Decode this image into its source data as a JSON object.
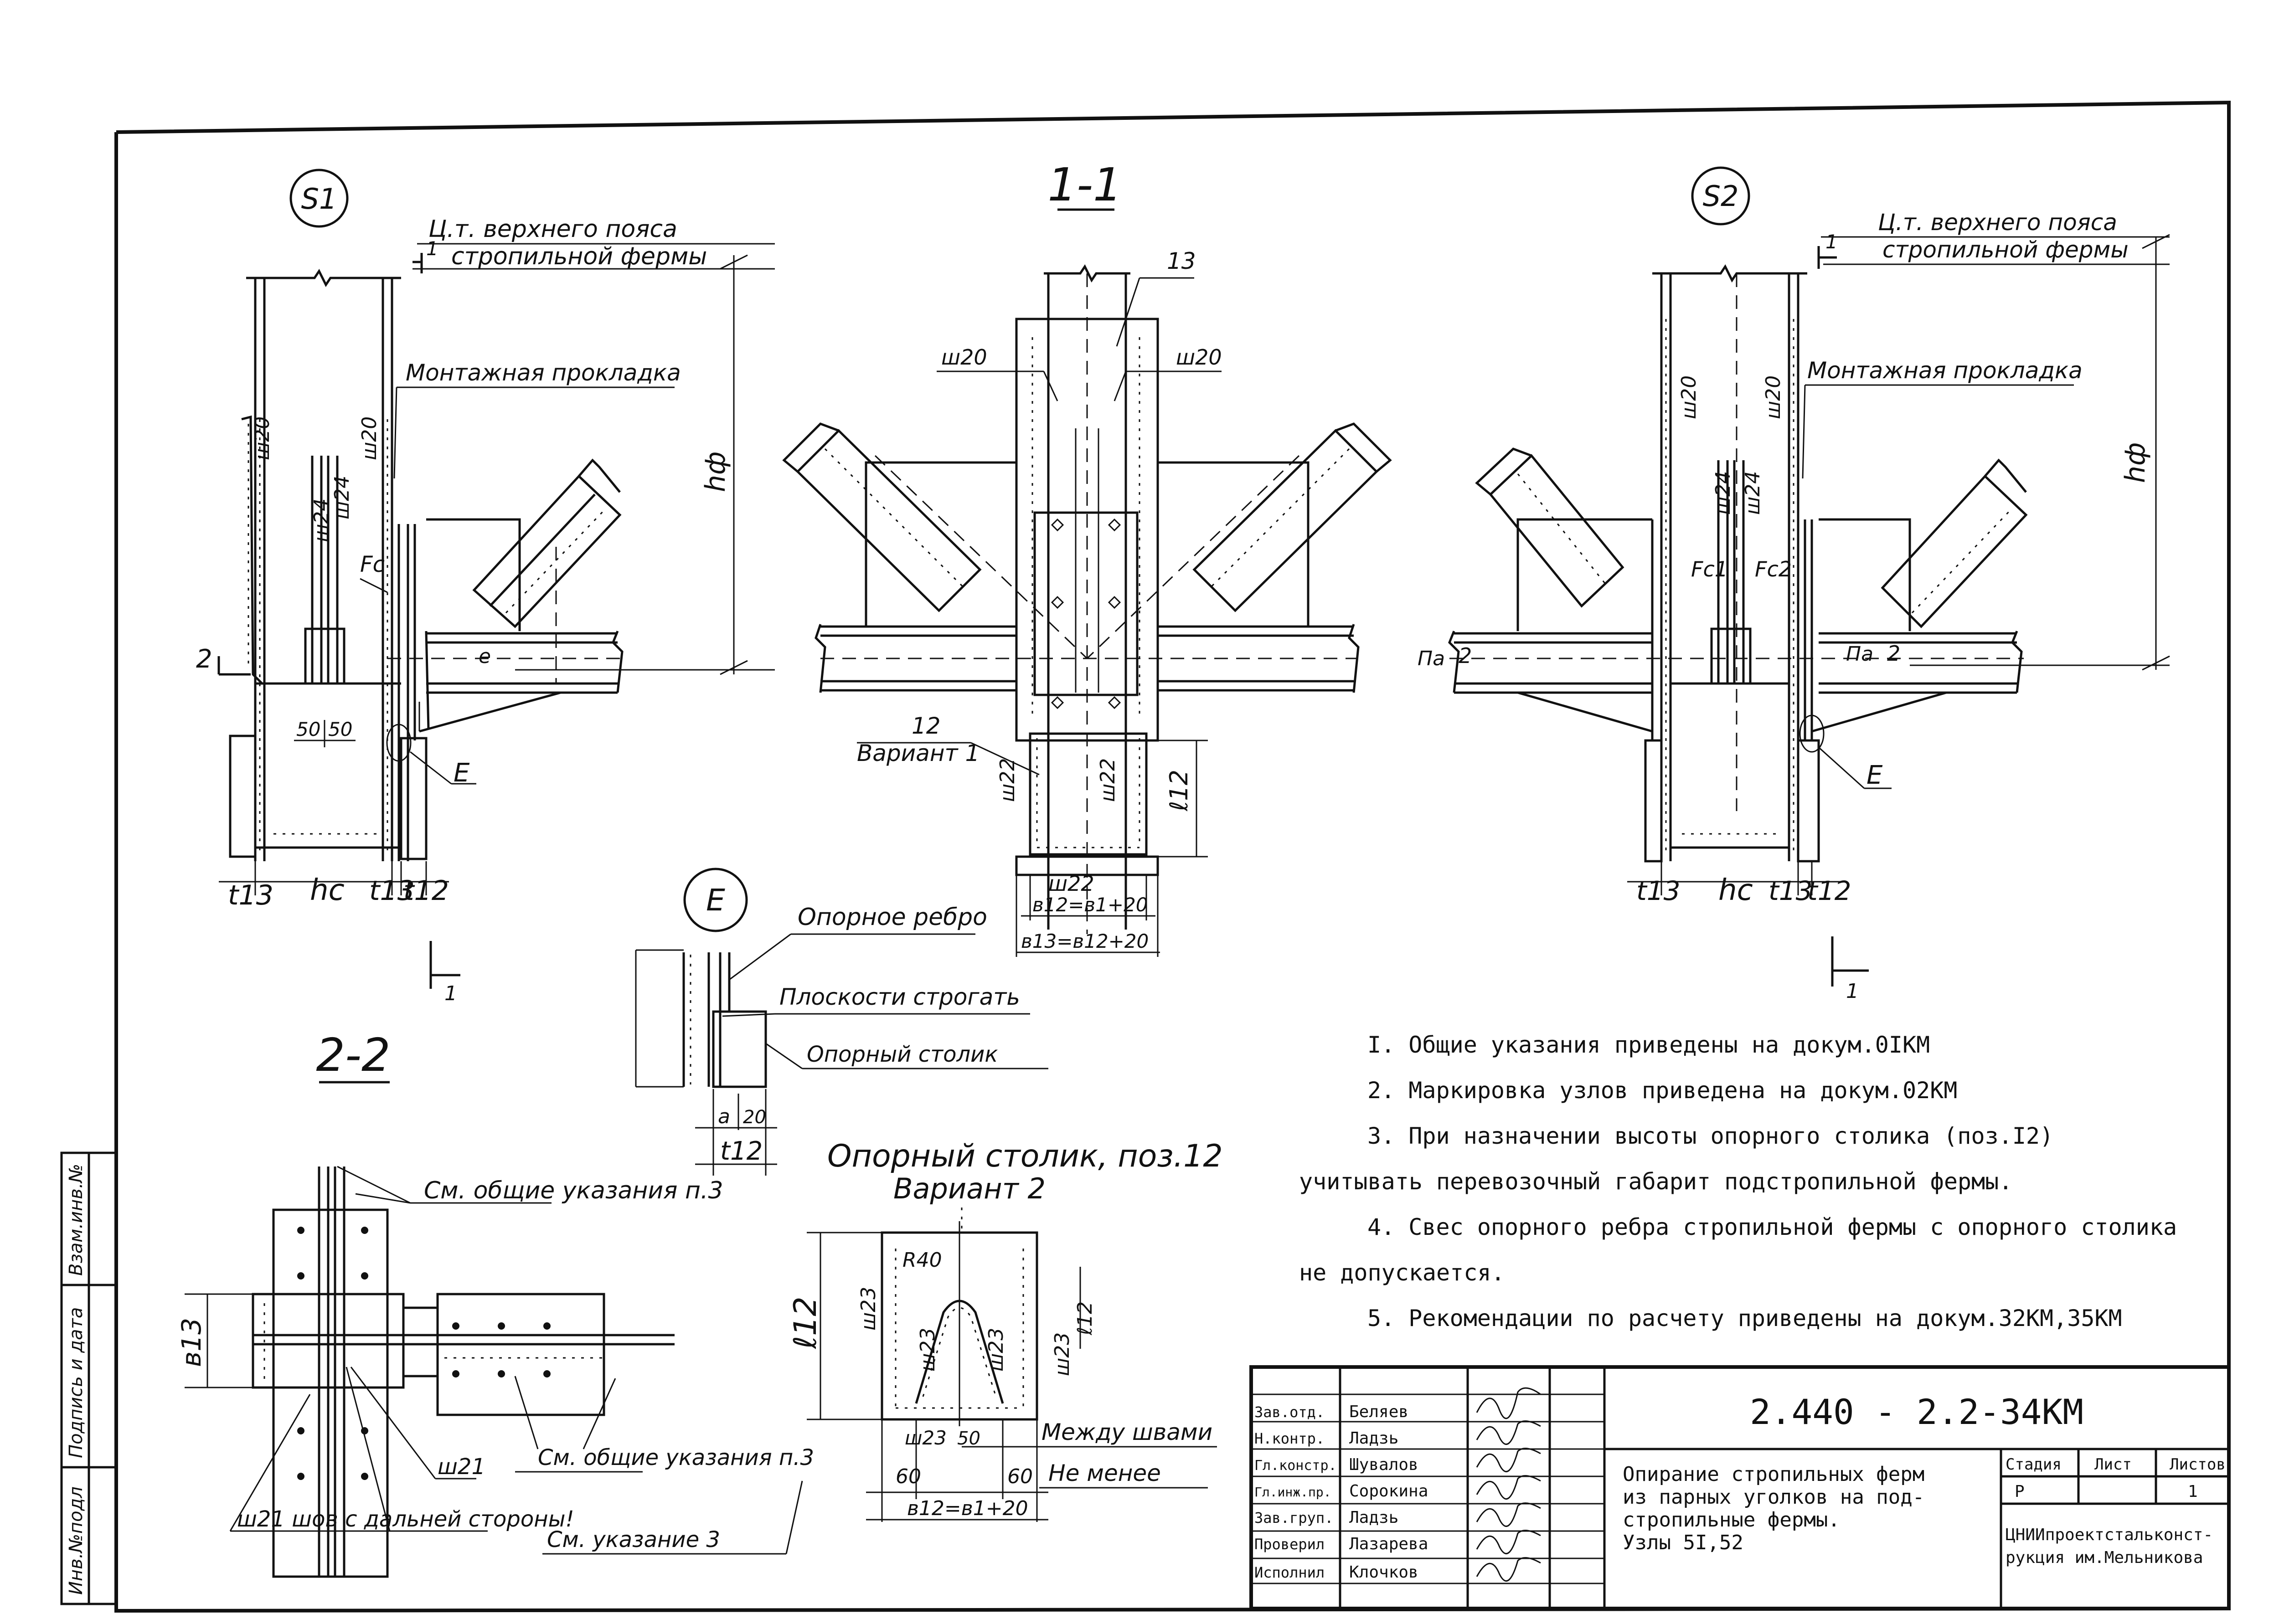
{
  "views": {
    "node1_id": "S1",
    "node2_id": "S2",
    "section_1_1": "1-1",
    "section_2_2": "2-2",
    "detail_e": "E"
  },
  "labels": {
    "top_chord_line1": "Ц.т. верхнего пояса",
    "top_chord_line2": "стропильной фермы",
    "mounting_pad": "Монтажная прокладка",
    "h_f": "hф",
    "support_rib": "Опорное ребро",
    "plane_planed": "Плоскости строгать",
    "support_table": "Опорный столик",
    "between_welds": "Между швами",
    "not_less": "Не менее",
    "see_general_p3": "См. общие указания п.3",
    "see_note_3": "См. указание 3",
    "w21_far_side": "ш21 шов с дальней стороны!",
    "variant_1": "Вариант 1",
    "pos_12": "12",
    "pos_13": "13",
    "table_title_1": "Опорный столик, поз.12",
    "table_title_2": "Вариант 2"
  },
  "weld_marks": [
    "ш20",
    "ш20",
    "ш21",
    "ш22",
    "ш22",
    "ш23",
    "ш23",
    "ш23",
    "ш24",
    "ш24"
  ],
  "dimensions": {
    "d50a": "50",
    "d50b": "50",
    "d60a": "60",
    "d60b": "60",
    "d20": "20",
    "r40": "R40",
    "t13": "t13",
    "hc": "hс",
    "t12": "t12",
    "l12": "ℓ12",
    "b13": "в13",
    "a": "а",
    "fc": "Fc",
    "fc1": "Fc1",
    "fc2": "Fc2",
    "pa": "Па",
    "b12_eq": "в12=в1+20",
    "b13_eq": "в13=в12+20",
    "e_mark": "Е",
    "e_small": "е",
    "section_mark_1": "1",
    "section_mark_2": "2"
  },
  "notes": [
    "I. Общие указания приведены на докум.0IКМ",
    "2. Маркировка узлов приведена на докум.02КМ",
    "3. При назначении высоты опорного столика (поз.I2)",
    "учитывать перевозочный габарит подстропильной фермы.",
    "4. Свес опорного ребра стропильной фермы с опорного столика",
    "не допускается.",
    "5. Рекомендации по расчету приведены на докум.32КМ,35КМ"
  ],
  "side_stamp": {
    "inv_orig": "Инв.№подл",
    "sign_date": "Подпись и дата",
    "inv_repl": "Взам.инв.№"
  },
  "title_block": {
    "doc_code": "2.440 - 2.2-34КМ",
    "description": [
      "Опирание стропильных ферм",
      "из парных уголков на под-",
      "стропильные фермы.",
      "Узлы 5I,52"
    ],
    "stage_label": "Стадия",
    "sheet_label": "Лист",
    "sheets_label": "Листов",
    "stage": "Р",
    "sheets": "1",
    "org": [
      "ЦНИИпроектстальконст-",
      "рукция им.Мельникова"
    ],
    "signatures": [
      {
        "role": "Зав.отд.",
        "name": "Беляев"
      },
      {
        "role": "Н.контр.",
        "name": "Ладзь"
      },
      {
        "role": "Гл.констр.",
        "name": "Шувалов"
      },
      {
        "role": "Гл.инж.пр.",
        "name": "Сорокина"
      },
      {
        "role": "Зав.груп.",
        "name": "Ладзь"
      },
      {
        "role": "Проверил",
        "name": "Лазарева"
      },
      {
        "role": "Исполнил",
        "name": "Клочков"
      }
    ]
  }
}
